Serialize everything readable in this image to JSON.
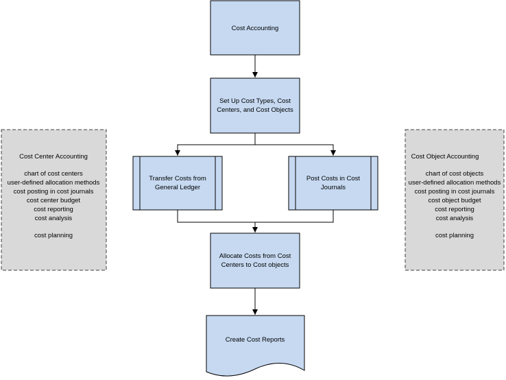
{
  "colors": {
    "process_fill": "#c6d9f1",
    "process_stroke": "#000000",
    "panel_fill": "#d9d9d9",
    "panel_stroke": "#404040",
    "connector": "#000000"
  },
  "nodes": {
    "cost_accounting": {
      "label": "Cost Accounting"
    },
    "set_up": {
      "lines": [
        "Set Up Cost Types, Cost",
        "Centers, and Cost Objects"
      ]
    },
    "transfer_costs": {
      "lines": [
        "Transfer Costs from",
        "General Ledger"
      ]
    },
    "post_costs": {
      "lines": [
        "Post Costs in Cost",
        "Journals"
      ]
    },
    "allocate_costs": {
      "lines": [
        "Allocate Costs from Cost",
        "Centers to Cost objects"
      ]
    },
    "create_reports": {
      "label": "Create Cost Reports"
    }
  },
  "panels": {
    "cost_center": {
      "title": "Cost Center Accounting",
      "items": [
        "chart of cost centers",
        "user-defined allocation methods",
        "cost posting in cost journals",
        "cost center budget",
        "cost reporting",
        "cost analysis",
        "",
        "cost planning"
      ]
    },
    "cost_object": {
      "title": "Cost Object Accounting",
      "items": [
        "chart of cost objects",
        "user-defined allocation methods",
        "cost posting in cost journals",
        "cost object budget",
        "cost reporting",
        "cost analysis",
        "",
        "cost planning"
      ]
    }
  }
}
